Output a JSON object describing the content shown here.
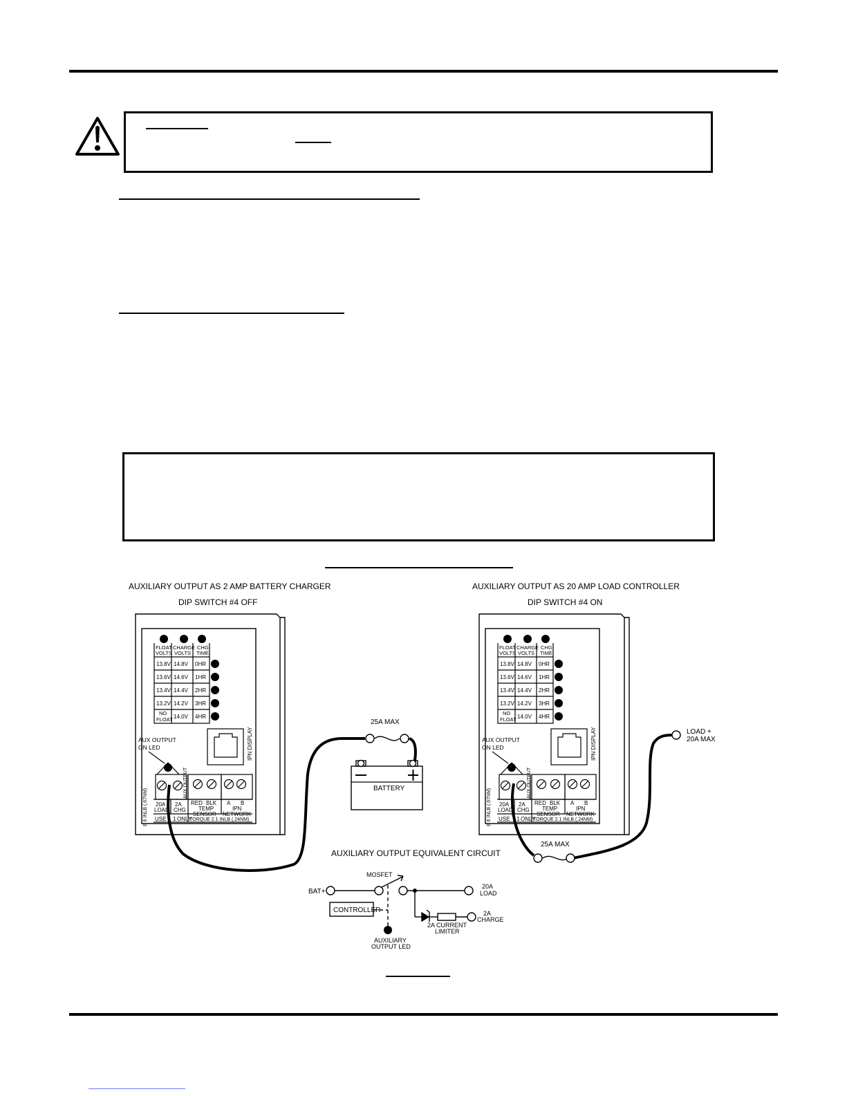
{
  "diagram": {
    "left": {
      "title": "AUXILIARY OUTPUT AS 2 AMP BATTERY CHARGER",
      "subtitle": "DIP SWITCH #4 OFF"
    },
    "right": {
      "title": "AUXILIARY OUTPUT AS 20 AMP LOAD CONTROLLER",
      "subtitle": "DIP SWITCH #4 ON"
    },
    "panel": {
      "headers": [
        "FLOAT",
        "VOLTS",
        "CHARGE",
        "VOLTS",
        "CHG",
        "TIME"
      ],
      "float_volts": [
        "13.8V",
        "13.6V",
        "13.4V",
        "13.2V",
        "NO",
        "FLOAT"
      ],
      "charge_volts": [
        "14.8V",
        "14.6V",
        "14.4V",
        "14.2V",
        "14.0V"
      ],
      "chg_time": [
        "0HR",
        "1HR",
        "2HR",
        "3HR",
        "4HR"
      ],
      "aux_led_label_1": "AUX OUTPUT",
      "aux_led_label_2": "ON LED",
      "ipn_display": "IPN DISPLAY",
      "aux_output_vertical": "AUX OUTPUT",
      "term_20a_1": "20A",
      "term_20a_2": "LOAD",
      "term_2a_1": "2A",
      "term_2a_2": "CHG",
      "red": "RED",
      "blk": "BLK",
      "temp_1": "TEMP",
      "temp_2": "SENSOR",
      "a": "A",
      "b": "B",
      "ipn_1": "IPN",
      "ipn_2": "NETWORK",
      "use_1": "USE",
      "use_2": "1",
      "use_3": "ONLY",
      "torque": "TORQUE 2.1 INLB (.24NM)",
      "side_torque": "E 6 INLB (.67NM)"
    },
    "battery": {
      "label": "BATTERY",
      "fuse": "25A MAX",
      "minus": "−",
      "plus": "+"
    },
    "right_fuse": "25A MAX",
    "load_1": "LOAD +",
    "load_2": "20A MAX",
    "circuit": {
      "title": "AUXILIARY OUTPUT EQUIVALENT CIRCUIT",
      "bat": "BAT+",
      "mosfet": "MOSFET",
      "controller": "CONTROLLER",
      "led_1": "AUXILIARY",
      "led_2": "OUTPUT LED",
      "load_1": "20A",
      "load_2": "LOAD",
      "charge_1": "2A",
      "charge_2": "CHARGE",
      "limiter_1": "2A CURRENT",
      "limiter_2": "LIMITER"
    }
  }
}
